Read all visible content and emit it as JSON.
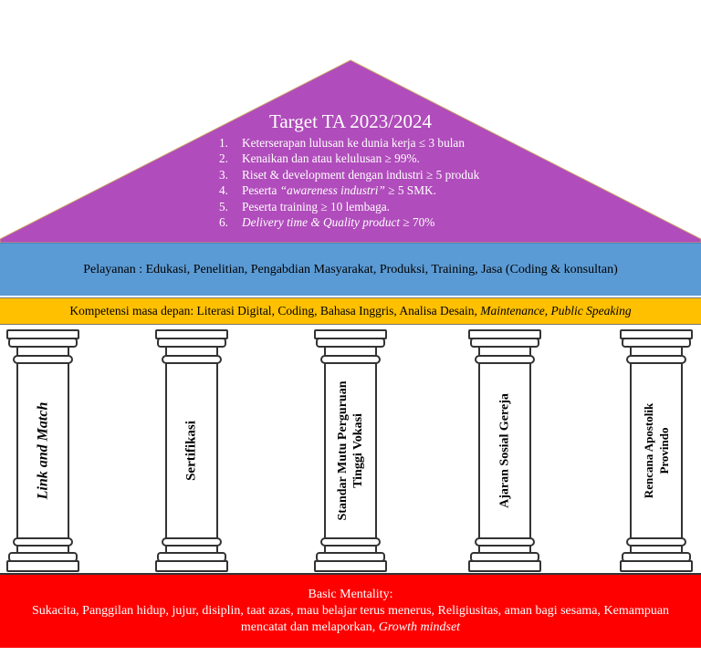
{
  "roof": {
    "title": "Target TA 2023/2024",
    "items": [
      {
        "num": "1.",
        "text": "Keterserapan lulusan ke dunia kerja ≤ 3 bulan"
      },
      {
        "num": "2.",
        "text": "Kenaikan dan atau kelulusan ≥ 99%."
      },
      {
        "num": "3.",
        "text": "Riset & development dengan industri  ≥ 5 produk"
      },
      {
        "num": "4.",
        "pre": "Peserta ",
        "italic": "“awareness industri”",
        "post": " ≥ 5 SMK."
      },
      {
        "num": "5.",
        "text": "Peserta training  ≥ 10 lembaga."
      },
      {
        "num": "6.",
        "italic": "Delivery time & Quality product",
        "post": " ≥ 70%"
      }
    ]
  },
  "services": "Pelayanan : Edukasi, Penelitian, Pengabdian Masyarakat, Produksi, Training, Jasa (Coding & konsultan)",
  "competencies": {
    "text": "Kompetensi masa depan: Literasi Digital, Coding, Bahasa Inggris, Analisa Desain, ",
    "italic": "Maintenance, Public Speaking"
  },
  "pillars": [
    {
      "label": "Link and Match"
    },
    {
      "label": "Sertifikasi"
    },
    {
      "line1": "Standar Mutu Perguruan",
      "line2": "Tinggi Vokasi"
    },
    {
      "label": "Ajaran Sosial Gereja"
    },
    {
      "line1": "Rencana Apostolik",
      "line2": "Provindo"
    }
  ],
  "foundation": {
    "title": "Basic Mentality:",
    "text": "Sukacita, Panggilan hidup, jujur, disiplin, taat azas, mau belajar terus menerus, Religiusitas, aman bagi sesama, Kemampuan mencatat dan melaporkan, ",
    "italic": "Growth mindset"
  },
  "colors": {
    "roof": "#b04cbb",
    "services": "#5b9bd5",
    "competencies": "#ffc000",
    "foundation": "#ff0000"
  }
}
